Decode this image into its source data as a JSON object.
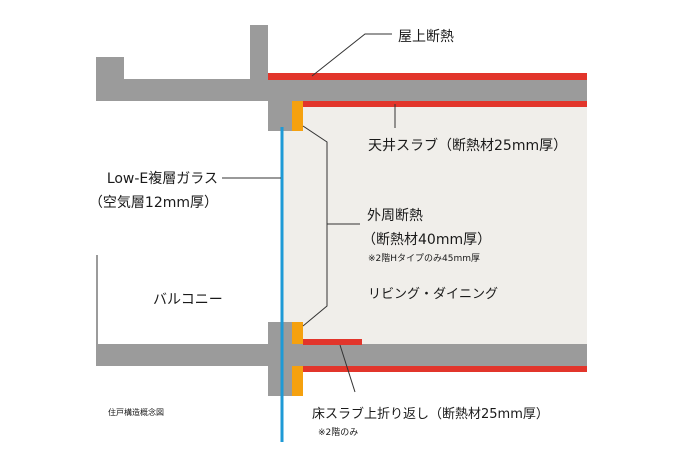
{
  "colors": {
    "concrete": "#9b9b9b",
    "insulation_red": "#e2352b",
    "insulation_orange": "#f5a10f",
    "glass_blue": "#1e9ad6",
    "room_fill": "#f0eeea",
    "leader_line": "#333333",
    "text": "#1a1a1a"
  },
  "labels": {
    "roof_insulation": "屋上断熱",
    "ceiling_slab": "天井スラブ（断熱材25mm厚）",
    "low_e_glass": "Low-E複層ガラス",
    "glass_air_layer": "（空気層12mm厚）",
    "perimeter_insulation": "外周断熱",
    "perimeter_thickness": "（断熱材40mm厚）",
    "perimeter_note": "※2階Hタイプのみ45mm厚",
    "living_dining": "リビング・ダイニング",
    "balcony": "バルコニー",
    "floor_slab_return": "床スラブ上折り返し（断熱材25mm厚）",
    "floor_note": "※2階のみ",
    "caption": "住戸構造概念図"
  }
}
